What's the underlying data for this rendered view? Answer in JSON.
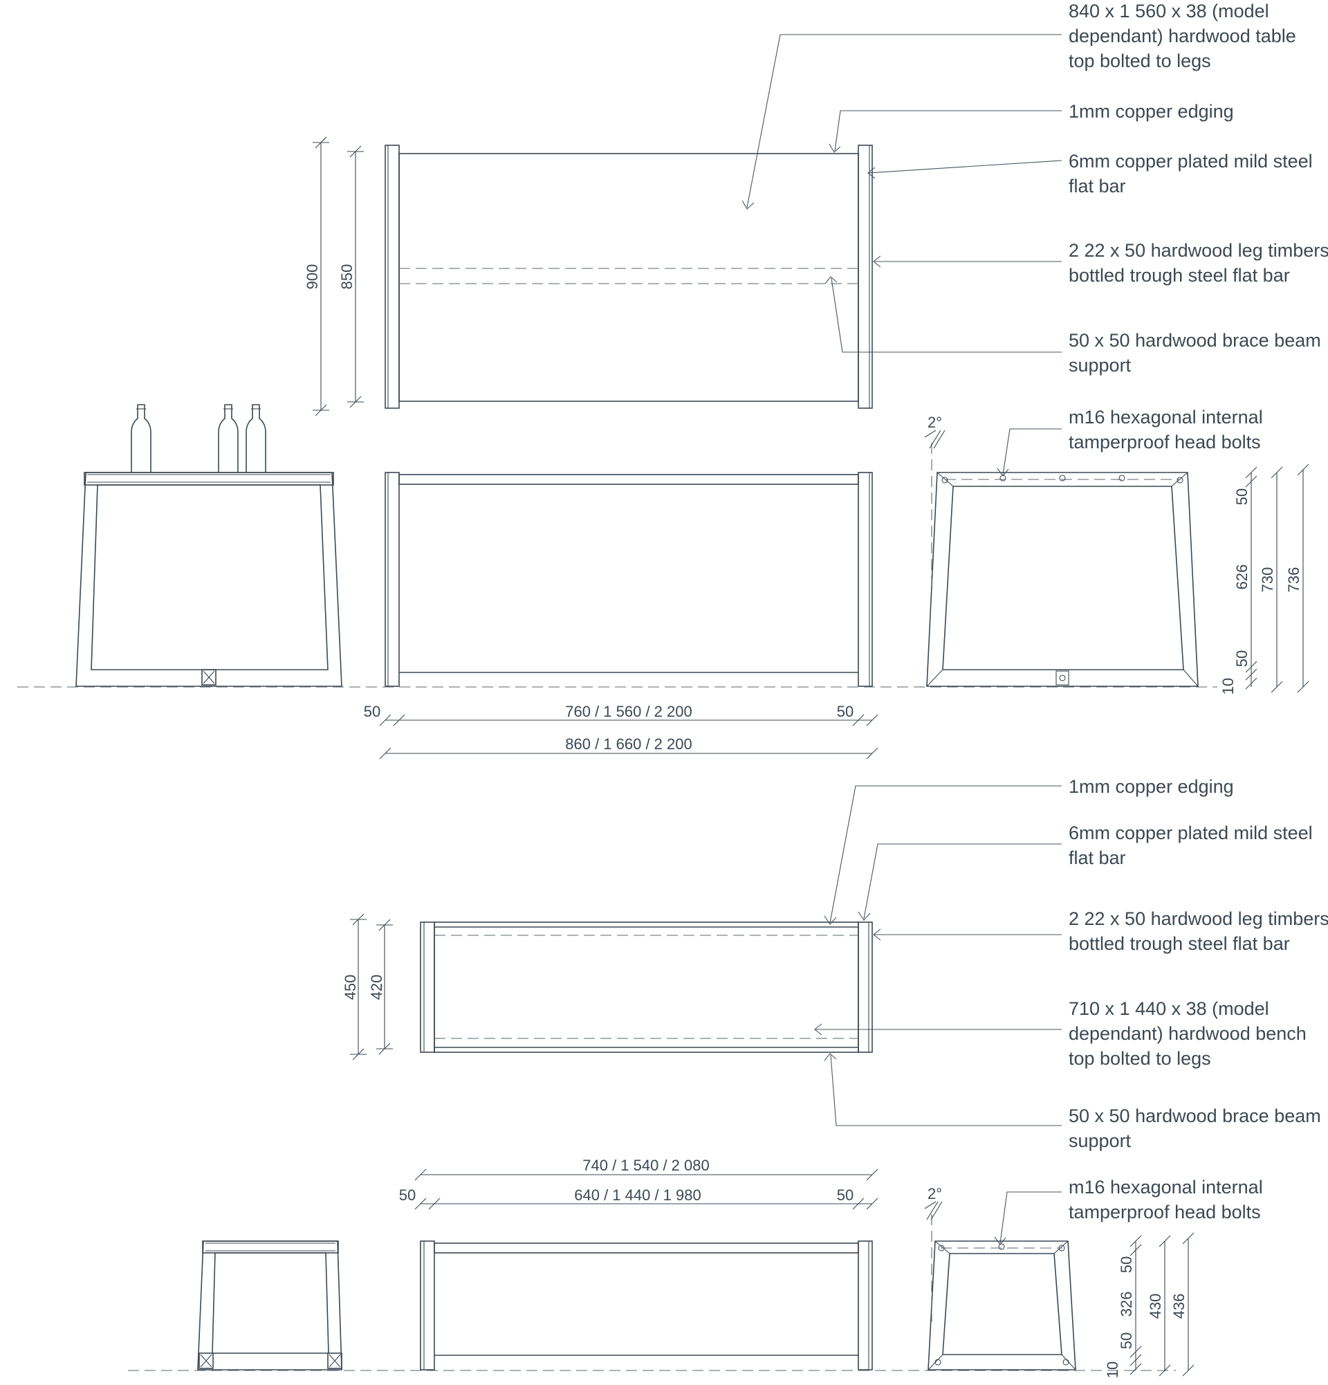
{
  "table": {
    "notes": [
      {
        "lines": [
          "840 x 1 560 x 38 (model",
          "dependant) hardwood table",
          "top bolted to legs"
        ]
      },
      {
        "lines": [
          "1mm copper edging"
        ]
      },
      {
        "lines": [
          "6mm copper plated mild steel",
          "flat bar"
        ]
      },
      {
        "lines": [
          "2 22 x 50 hardwood leg timbers",
          "bottled trough steel flat bar"
        ]
      },
      {
        "lines": [
          "50 x 50 hardwood brace beam",
          "support"
        ]
      },
      {
        "lines": [
          "m16 hexagonal internal",
          "tamperproof head bolts"
        ]
      }
    ],
    "dims": {
      "plan_height_outer": "900",
      "plan_height_inner": "850",
      "length_end_left": "50",
      "length_inner": "760 / 1 560 / 2 200",
      "length_end_right": "50",
      "length_overall": "860 / 1 660 / 2 200",
      "angle": "2°",
      "side_top": "50",
      "side_mid": "626",
      "side_bottom": "50",
      "side_base": "10",
      "side_total_1": "730",
      "side_total_2": "736"
    }
  },
  "bench": {
    "notes": [
      {
        "lines": [
          "1mm copper edging"
        ]
      },
      {
        "lines": [
          "6mm copper plated mild steel",
          "flat bar"
        ]
      },
      {
        "lines": [
          "2 22 x 50 hardwood leg timbers",
          "bottled trough steel flat bar"
        ]
      },
      {
        "lines": [
          "710 x 1 440 x 38 (model",
          "dependant) hardwood bench",
          "top bolted to legs"
        ]
      },
      {
        "lines": [
          "50 x 50 hardwood brace beam",
          "support"
        ]
      },
      {
        "lines": [
          "m16 hexagonal internal",
          "tamperproof head bolts"
        ]
      }
    ],
    "dims": {
      "plan_height_outer": "450",
      "plan_height_inner": "420",
      "length_overall": "740 / 1 540 / 2 080",
      "length_end_left": "50",
      "length_inner": "640 / 1 440 / 1 980",
      "length_end_right": "50",
      "angle": "2°",
      "side_top": "50",
      "side_mid": "326",
      "side_bottom": "50",
      "side_base": "10",
      "side_total_1": "430",
      "side_total_2": "436"
    }
  }
}
